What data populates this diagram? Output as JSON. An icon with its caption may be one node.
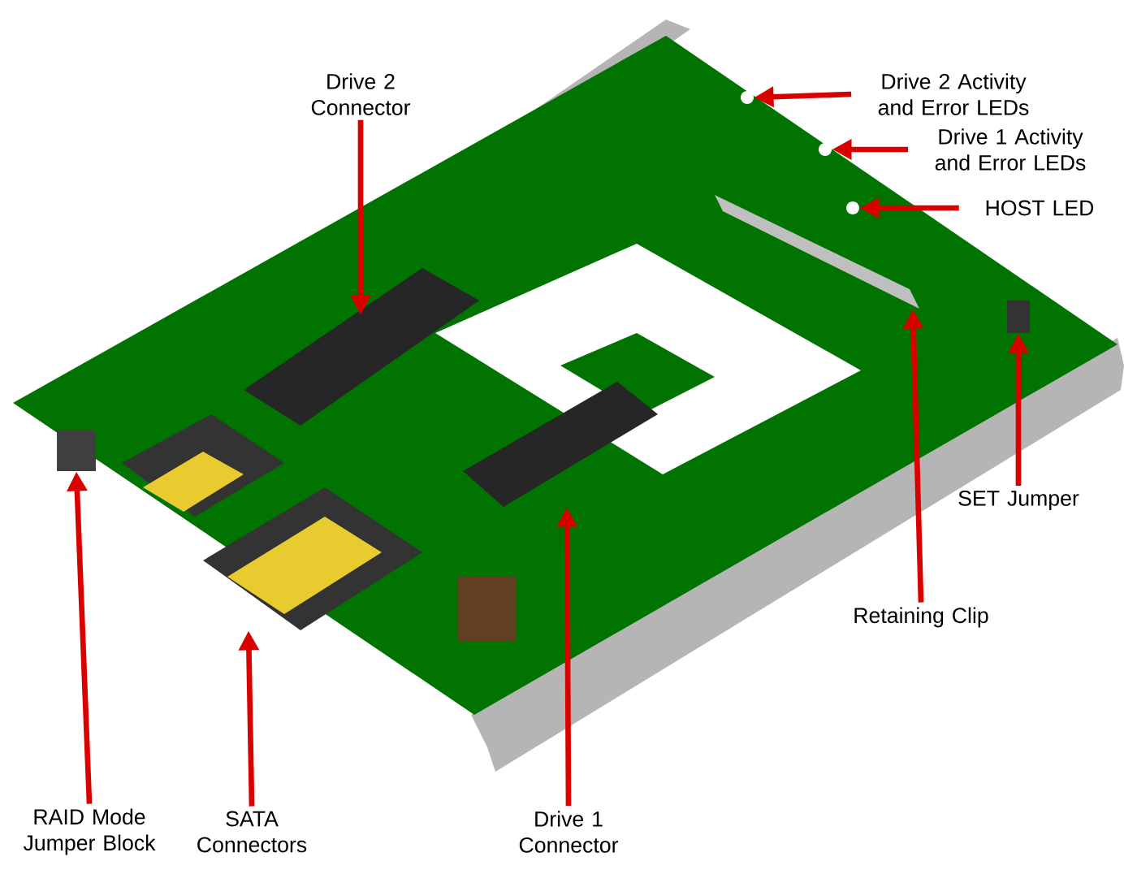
{
  "diagram": {
    "nodes": [
      {
        "text": [
          "Drive 2 Connector"
        ]
      },
      {
        "text": [
          "Drive 2 Activity and Error LEDs"
        ]
      },
      {
        "text": [
          "Drive 1 Activity and Error LEDs"
        ]
      },
      {
        "text": [
          "HOST LED"
        ]
      },
      {
        "text": [
          "SET Jumper"
        ]
      },
      {
        "text": [
          "Retaining Clip"
        ]
      },
      {
        "text": [
          "RAID Mode Jumper Block"
        ]
      },
      {
        "text": [
          "SATA Connectors"
        ]
      },
      {
        "text": [
          "Drive 1 Connector"
        ]
      },
      {
        "text": [],
        "shape": "box"
      },
      {
        "text": [],
        "shape": "circle"
      },
      {
        "text": [],
        "shape": "circle"
      },
      {
        "text": [],
        "shape": "circle"
      },
      {
        "text": [],
        "shape": "box"
      },
      {
        "text": [],
        "shape": "bar"
      },
      {
        "text": [],
        "shape": "box"
      },
      {
        "text": [],
        "shape": "diamond"
      },
      {
        "text": [],
        "shape": "box"
      }
    ],
    "edges": [
      {
        "from": 0,
        "to": 9,
        "arrow": "to"
      },
      {
        "from": 1,
        "to": 10,
        "arrow": "to"
      },
      {
        "from": 2,
        "to": 11,
        "arrow": "to"
      },
      {
        "from": 3,
        "to": 12,
        "arrow": "to"
      },
      {
        "from": 4,
        "to": 13,
        "arrow": "to"
      },
      {
        "from": 5,
        "to": 14,
        "arrow": "to"
      },
      {
        "from": 6,
        "to": 15,
        "arrow": "to"
      },
      {
        "from": 7,
        "to": 16,
        "arrow": "to"
      },
      {
        "from": 8,
        "to": 17,
        "arrow": "to"
      }
    ]
  }
}
